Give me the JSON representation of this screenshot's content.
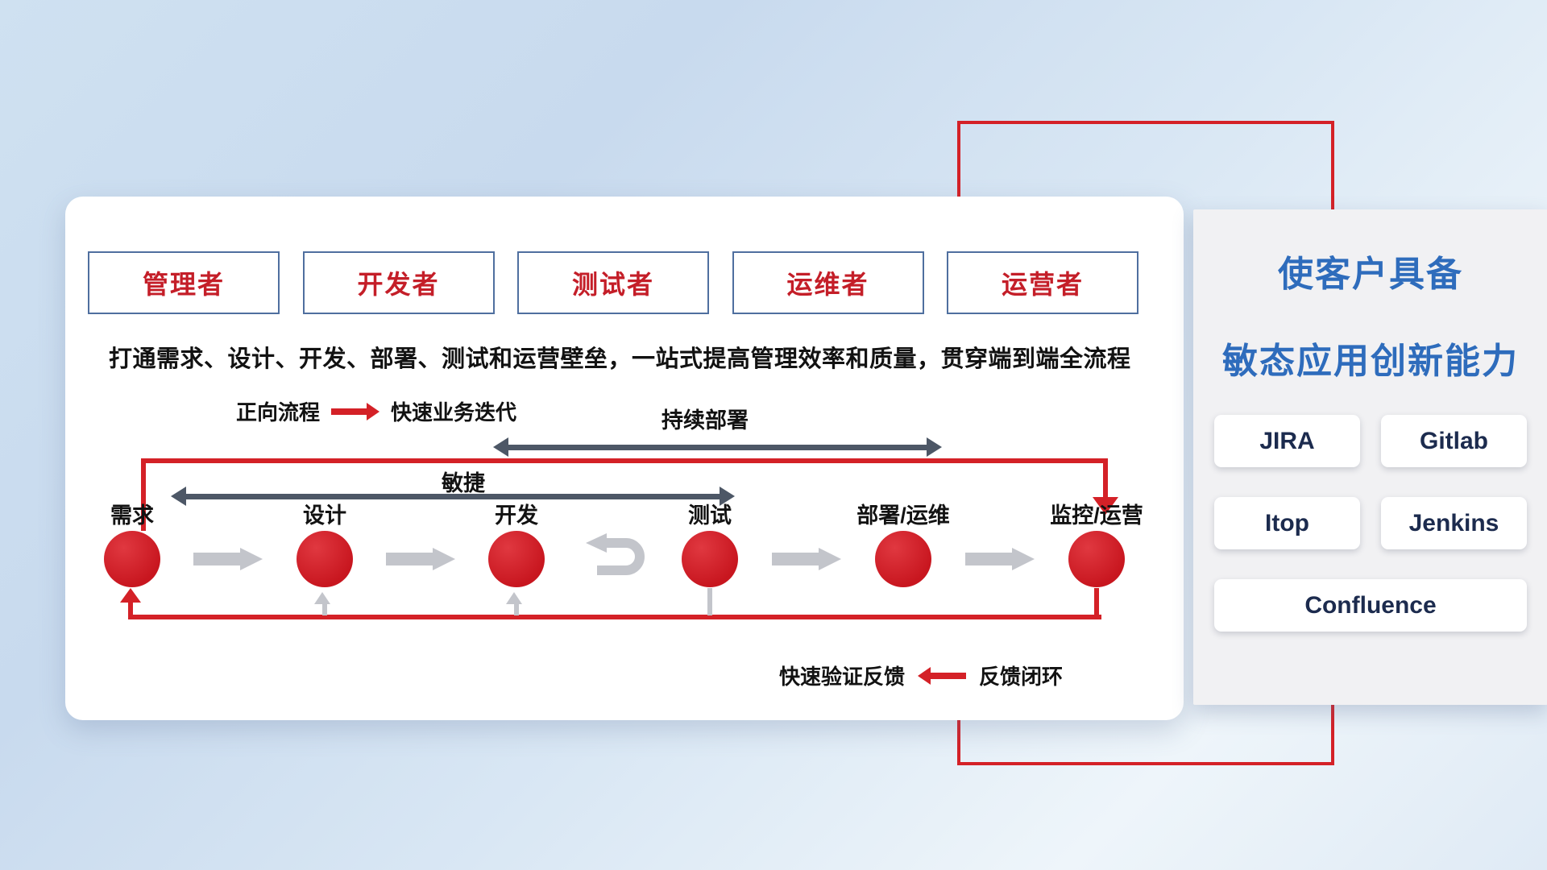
{
  "colors": {
    "accent_red": "#d42127",
    "title_blue": "#2e6cbc",
    "tool_text_navy": "#1c2b4e",
    "arrow_dark": "#4d5766",
    "arrow_gray": "#c3c5cb",
    "role_border_blue": "#4f6f9f"
  },
  "roles": [
    "管理者",
    "开发者",
    "测试者",
    "运维者",
    "运营者"
  ],
  "subtitle": "打通需求、设计、开发、部署、测试和运营壁垒，一站式提高管理效率和质量，贯穿端到端全流程",
  "legend_forward": {
    "label": "正向流程",
    "desc": "快速业务迭代"
  },
  "flow": {
    "deploy_arrow_label": "持续部署",
    "agile_arrow_label": "敏捷",
    "stages": [
      "需求",
      "设计",
      "开发",
      "测试",
      "部署/运维",
      "监控/运营"
    ]
  },
  "legend_feedback": {
    "label": "快速验证反馈",
    "desc": "反馈闭环"
  },
  "right_panel": {
    "title_line1": "使客户具备",
    "title_line2": "敏态应用创新能力",
    "tools": [
      "JIRA",
      "Gitlab",
      "Itop",
      "Jenkins",
      "Confluence"
    ]
  }
}
